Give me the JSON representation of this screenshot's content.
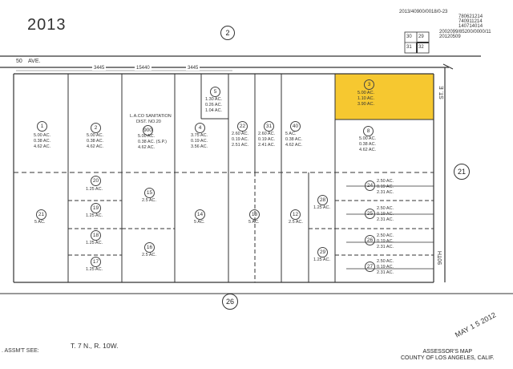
{
  "map_book": "2013",
  "page_ref_top": "2",
  "page_ref_right": "21",
  "page_ref_bottom": "26",
  "header_codes": {
    "line1": "2013/40900/0018/0-23",
    "line2": "780621214",
    "line3": "740911214",
    "line4": "140714014",
    "line5": "2002099/85200/0000/11",
    "line6": "20120509"
  },
  "section_grid": [
    "30",
    "29",
    "31",
    "32"
  ],
  "streets": {
    "north": "AVE.",
    "east_top": "ST. E",
    "east_bottom": "90TH",
    "north_num": "50"
  },
  "dimensions": [
    "3445",
    "15440",
    "3445"
  ],
  "township": "T. 7 N., R. 10W.",
  "assmt_note": ". ASSM'T SEE:",
  "assessor": {
    "line1": "ASSESSOR'S MAP",
    "line2": "COUNTY OF LOS ANGELES, CALIF."
  },
  "stamp": "MAY 1 5 2012",
  "sanitation": {
    "line1": "L.A.CO SANITATION",
    "line2": "DIST. NO.20",
    "num": "900",
    "area1": "5.00 AC.",
    "area2": "0.38 AC. (S.P.)",
    "area3": "4.62 AC."
  },
  "parcels": {
    "p1": {
      "num": "1",
      "a": "5.00 AC.",
      "b": "0.38 AC.",
      "c": "4.62 AC."
    },
    "p2": {
      "num": "2",
      "a": "5.00 AC.",
      "b": "0.38 AC.",
      "c": "4.62 AC."
    },
    "p3": {
      "num": "3",
      "a": "5.00 AC.",
      "b": "1.10 AC.",
      "c": "3.90 AC."
    },
    "p4": {
      "num": "4",
      "a": "3.75 AC.",
      "b": "0.19 AC.",
      "c": "3.56 AC."
    },
    "p5": {
      "num": "5",
      "a": "1.30 AC.",
      "b": "0.26 AC.",
      "c": "1.04 AC."
    },
    "p8": {
      "num": "8",
      "a": "5.00 AC.",
      "b": "0.38 AC.",
      "c": "4.62 AC."
    },
    "p21": {
      "num": "21",
      "a": "5 AC."
    },
    "p22": {
      "num": "22",
      "a": "2.60 AC.",
      "b": "0.19 AC.",
      "c": "2.51 AC."
    },
    "p20": {
      "num": "20",
      "a": "1.25 AC."
    },
    "p19": {
      "num": "19",
      "a": "1.25 AC."
    },
    "p18": {
      "num": "18",
      "a": "1.25 AC."
    },
    "p17": {
      "num": "17",
      "a": "1.25 AC."
    },
    "p15": {
      "num": "15",
      "a": "2.5 AC."
    },
    "p16": {
      "num": "16",
      "a": "2.5 AC."
    },
    "p14": {
      "num": "14",
      "a": "5 AC."
    },
    "p13": {
      "num": "13",
      "a": "5 AC."
    },
    "p12": {
      "num": "12",
      "a": "2.5 AC."
    },
    "p31": {
      "num": "31",
      "a": "2.60 AC.",
      "b": "0.19 AC.",
      "c": "2.41 AC."
    },
    "p40": {
      "num": "40",
      "a": "5 AC.",
      "b": "0.38 AC.",
      "c": "4.62 AC."
    },
    "p28": {
      "num": "28",
      "a": "1.25 AC."
    },
    "p29": {
      "num": "29",
      "a": "1.25 AC."
    },
    "p24": {
      "num": "24",
      "a": "2.50 AC.",
      "b": "0.19 AC.",
      "c": "2.31 AC."
    },
    "p25": {
      "num": "25",
      "a": "2.50 AC.",
      "b": "0.19 AC.",
      "c": "2.31 AC."
    },
    "p26": {
      "num": "26",
      "a": "2.50 AC.",
      "b": "0.19 AC.",
      "c": "2.31 AC."
    },
    "p27": {
      "num": "27",
      "a": "2.50 AC.",
      "b": "0.19 AC.",
      "c": "2.31 AC."
    }
  },
  "highlight_color": "#f5c21a"
}
